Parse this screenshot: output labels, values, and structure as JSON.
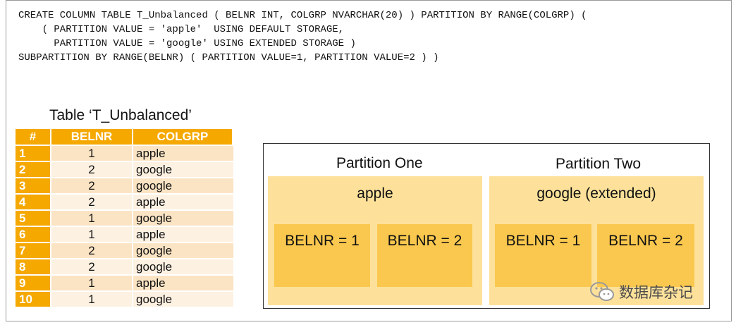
{
  "sql_lines": [
    "CREATE COLUMN TABLE T_Unbalanced ( BELNR INT, COLGRP NVARCHAR(20) ) PARTITION BY RANGE(COLGRP) (",
    "    ( PARTITION VALUE = 'apple'  USING DEFAULT STORAGE,",
    "      PARTITION VALUE = 'google' USING EXTENDED STORAGE )",
    "SUBPARTITION BY RANGE(BELNR) ( PARTITION VALUE=1, PARTITION VALUE=2 ) )"
  ],
  "table": {
    "title": "Table ‘T_Unbalanced’",
    "headers": [
      "#",
      "BELNR",
      "COLGRP"
    ],
    "rows": [
      [
        "1",
        "1",
        "apple"
      ],
      [
        "2",
        "2",
        "google"
      ],
      [
        "3",
        "2",
        "google"
      ],
      [
        "4",
        "2",
        "apple"
      ],
      [
        "5",
        "1",
        "google"
      ],
      [
        "6",
        "1",
        "apple"
      ],
      [
        "7",
        "2",
        "google"
      ],
      [
        "8",
        "2",
        "google"
      ],
      [
        "9",
        "1",
        "apple"
      ],
      [
        "10",
        "1",
        "google"
      ]
    ]
  },
  "partitions": {
    "one": {
      "title": "Partition One",
      "name": "apple",
      "subs": [
        "BELNR = 1",
        "BELNR = 2"
      ]
    },
    "two": {
      "title": "Partition Two",
      "name": "google (extended)",
      "subs": [
        "BELNR = 1",
        "BELNR = 2"
      ]
    }
  },
  "watermark": {
    "text": "数据库杂记",
    "icon": "wechat-icon"
  },
  "colors": {
    "header_orange": "#f5a800",
    "row_odd": "#fbe4c4",
    "row_even": "#fdf1e2",
    "partition_fill": "#fde19a",
    "subpartition_fill": "#fac84e"
  }
}
